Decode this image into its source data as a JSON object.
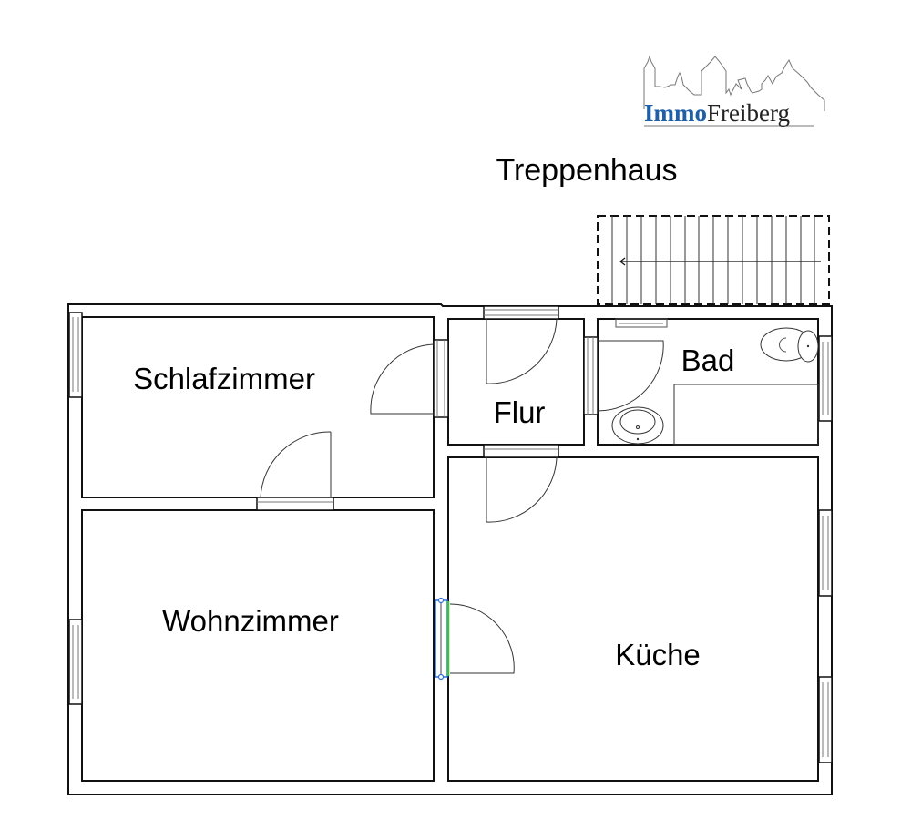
{
  "logo": {
    "brand_bold": "Immo",
    "brand_regular": "Freiberg",
    "brand_color": "#1f5fa8",
    "text_color": "#222222"
  },
  "staircase": {
    "label": "Treppenhaus",
    "step_count": 16,
    "direction": "left-arrow"
  },
  "rooms": {
    "schlafzimmer": {
      "label": "Schlafzimmer"
    },
    "wohnzimmer": {
      "label": "Wohnzimmer"
    },
    "flur": {
      "label": "Flur"
    },
    "bad": {
      "label": "Bad"
    },
    "kueche": {
      "label": "Küche"
    }
  },
  "fixtures": {
    "toilet": "toilet-icon",
    "washbasin": "washbasin-icon",
    "bathtub": "bathtub-icon"
  },
  "selection": {
    "selected_element": "door-wohnzimmer-kueche",
    "handle_color": "#2f6fd6",
    "highlight_color": "#3fbf3f"
  }
}
